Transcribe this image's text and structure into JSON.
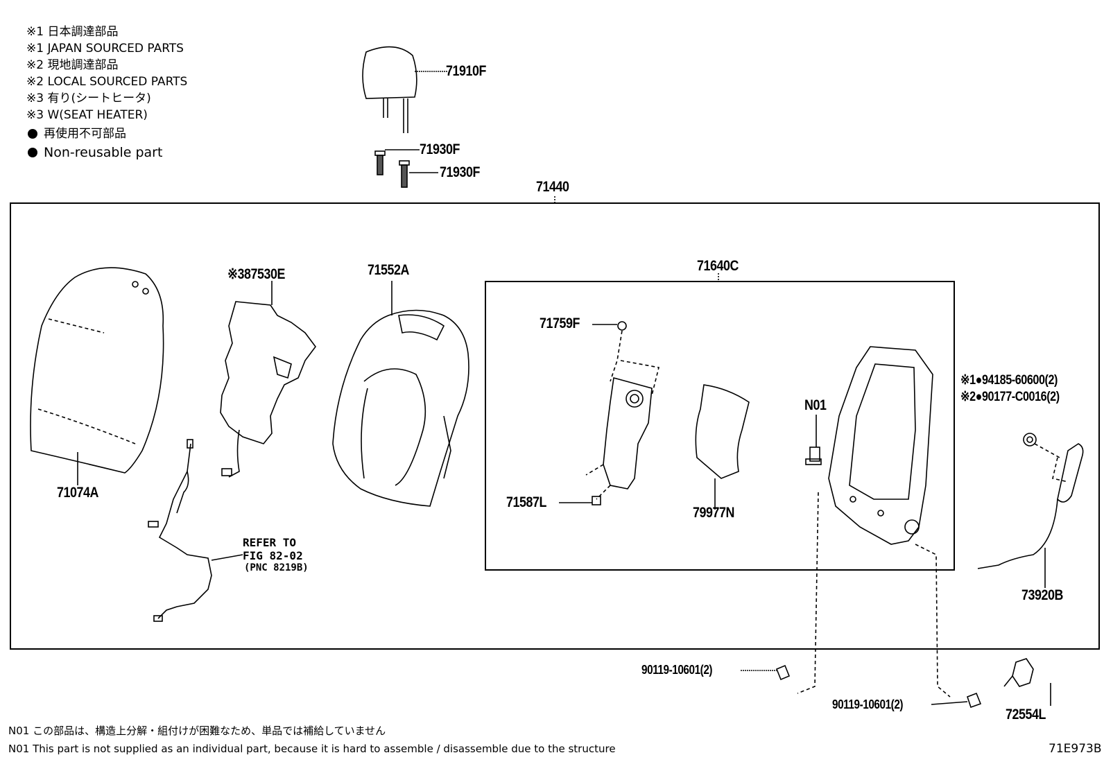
{
  "legend": {
    "line1": "※1 日本調達部品",
    "line2": "※1 JAPAN SOURCED PARTS",
    "line3": "※2 現地調達部品",
    "line4": "※2 LOCAL SOURCED PARTS",
    "line5": "※3 有り(シートヒータ)",
    "line6": "※3 W(SEAT HEATER)",
    "line7": "再使用不可部品",
    "line8": "Non-reusable part"
  },
  "parts": {
    "p71910F": "71910F",
    "p71930F_a": "71930F",
    "p71930F_b": "71930F",
    "p71440": "71440",
    "p71074A": "71074A",
    "p87530E": "※387530E",
    "p71552A": "71552A",
    "p71640C": "71640C",
    "p71759F": "71759F",
    "p71587L": "71587L",
    "p79977N": "79977N",
    "pN01": "N01",
    "p94185": "※1●94185-60600(2)",
    "p90177": "※2●90177-C0016(2)",
    "p73920B": "73920B",
    "p90119_a": "90119-10601(2)",
    "p90119_b": "90119-10601(2)",
    "p72554L": "72554L"
  },
  "refer": {
    "line1": "REFER TO",
    "line2": "FIG 82-02",
    "line3": "(PNC 8219B)"
  },
  "notes": {
    "n1": "N01 この部品は、構造上分解・組付けが困難なため、単品では補給していません",
    "n2": "N01 This part is not supplied as an individual part, because it is hard to assemble / disassemble due to the structure"
  },
  "figure_id": "71E973B"
}
